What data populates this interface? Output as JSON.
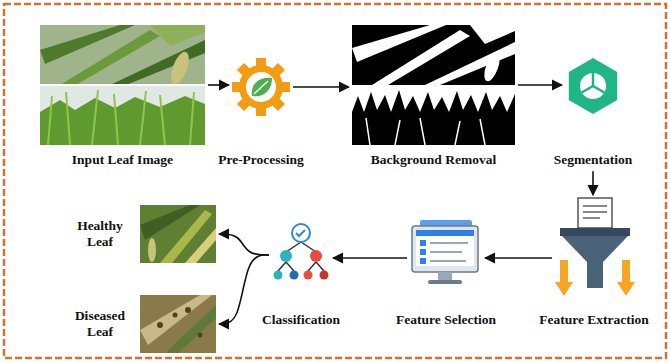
{
  "diagram": {
    "nodes": [
      {
        "text": [
          "Input Leaf Image"
        ]
      },
      {
        "text": [
          "Pre-Processing"
        ]
      },
      {
        "text": [
          "Background Removal"
        ]
      },
      {
        "text": [
          "Segmentation"
        ]
      },
      {
        "text": [
          "Feature Extraction"
        ]
      },
      {
        "text": [
          "Feature Selection"
        ]
      },
      {
        "text": [
          "Classification"
        ]
      },
      {
        "text": [
          "Healthy Leaf"
        ]
      },
      {
        "text": [
          "Diseased Leaf"
        ]
      }
    ],
    "edges": [
      {
        "from": 0,
        "to": 1,
        "arrow": "to"
      },
      {
        "from": 1,
        "to": 2,
        "arrow": "to"
      },
      {
        "from": 2,
        "to": 3,
        "arrow": "to"
      },
      {
        "from": 3,
        "to": 4,
        "arrow": "to"
      },
      {
        "from": 4,
        "to": 5,
        "arrow": "to"
      },
      {
        "from": 5,
        "to": 6,
        "arrow": "to"
      },
      {
        "from": 6,
        "to": 7,
        "arrow": "to"
      },
      {
        "from": 6,
        "to": 8,
        "arrow": "to"
      }
    ]
  }
}
